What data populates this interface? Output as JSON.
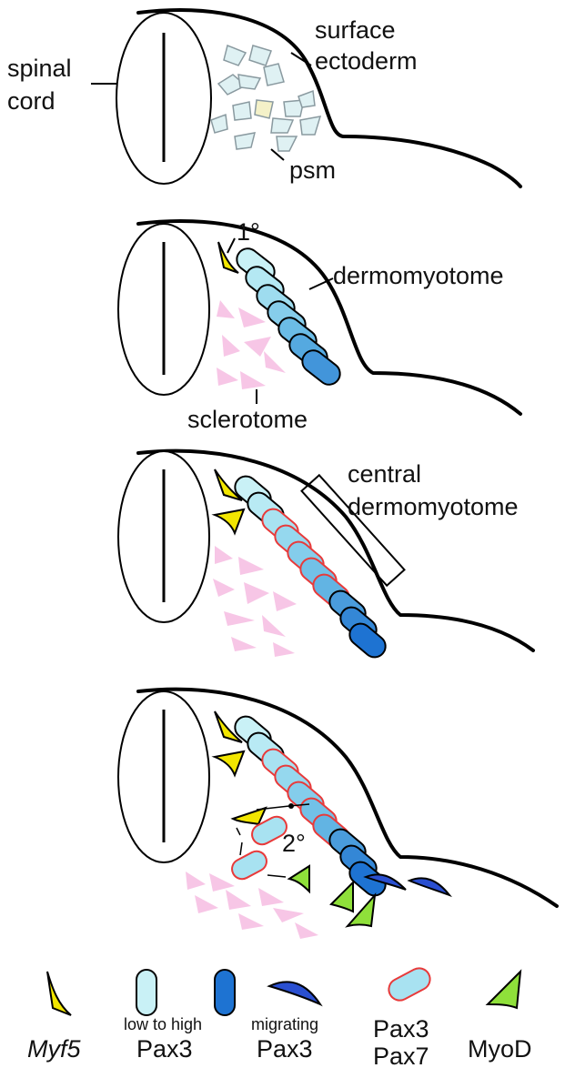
{
  "panel1": {
    "spinal_cord_line1": "spinal",
    "spinal_cord_line2": "cord",
    "surface_line1": "surface",
    "surface_line2": "ectoderm",
    "psm": "psm"
  },
  "panel2": {
    "primary": "1°",
    "dermomyotome": "dermomyotome",
    "sclerotome": "sclerotome"
  },
  "panel3": {
    "central_line1": "central",
    "central_line2": "dermomyotome"
  },
  "panel4": {
    "secondary": "2°"
  },
  "legend": {
    "myf5": "Myf5",
    "pax3_sub": "low to high",
    "pax3": "Pax3",
    "migrating_sub": "migrating",
    "migrating_pax3": "Pax3",
    "pax37_line1": "Pax3",
    "pax37_line2": "Pax7",
    "myod": "MyoD"
  },
  "colors": {
    "myf5": "#f2e600",
    "pax3_low": "#c8f1f6",
    "pax3_high": "#1e73d2",
    "migrating": "#2a4fd0",
    "pax7_outline": "#e83a3a",
    "myod": "#8fe03a",
    "sclerotome": "#f7c6e6",
    "psm_cell": "#dff1f3"
  }
}
